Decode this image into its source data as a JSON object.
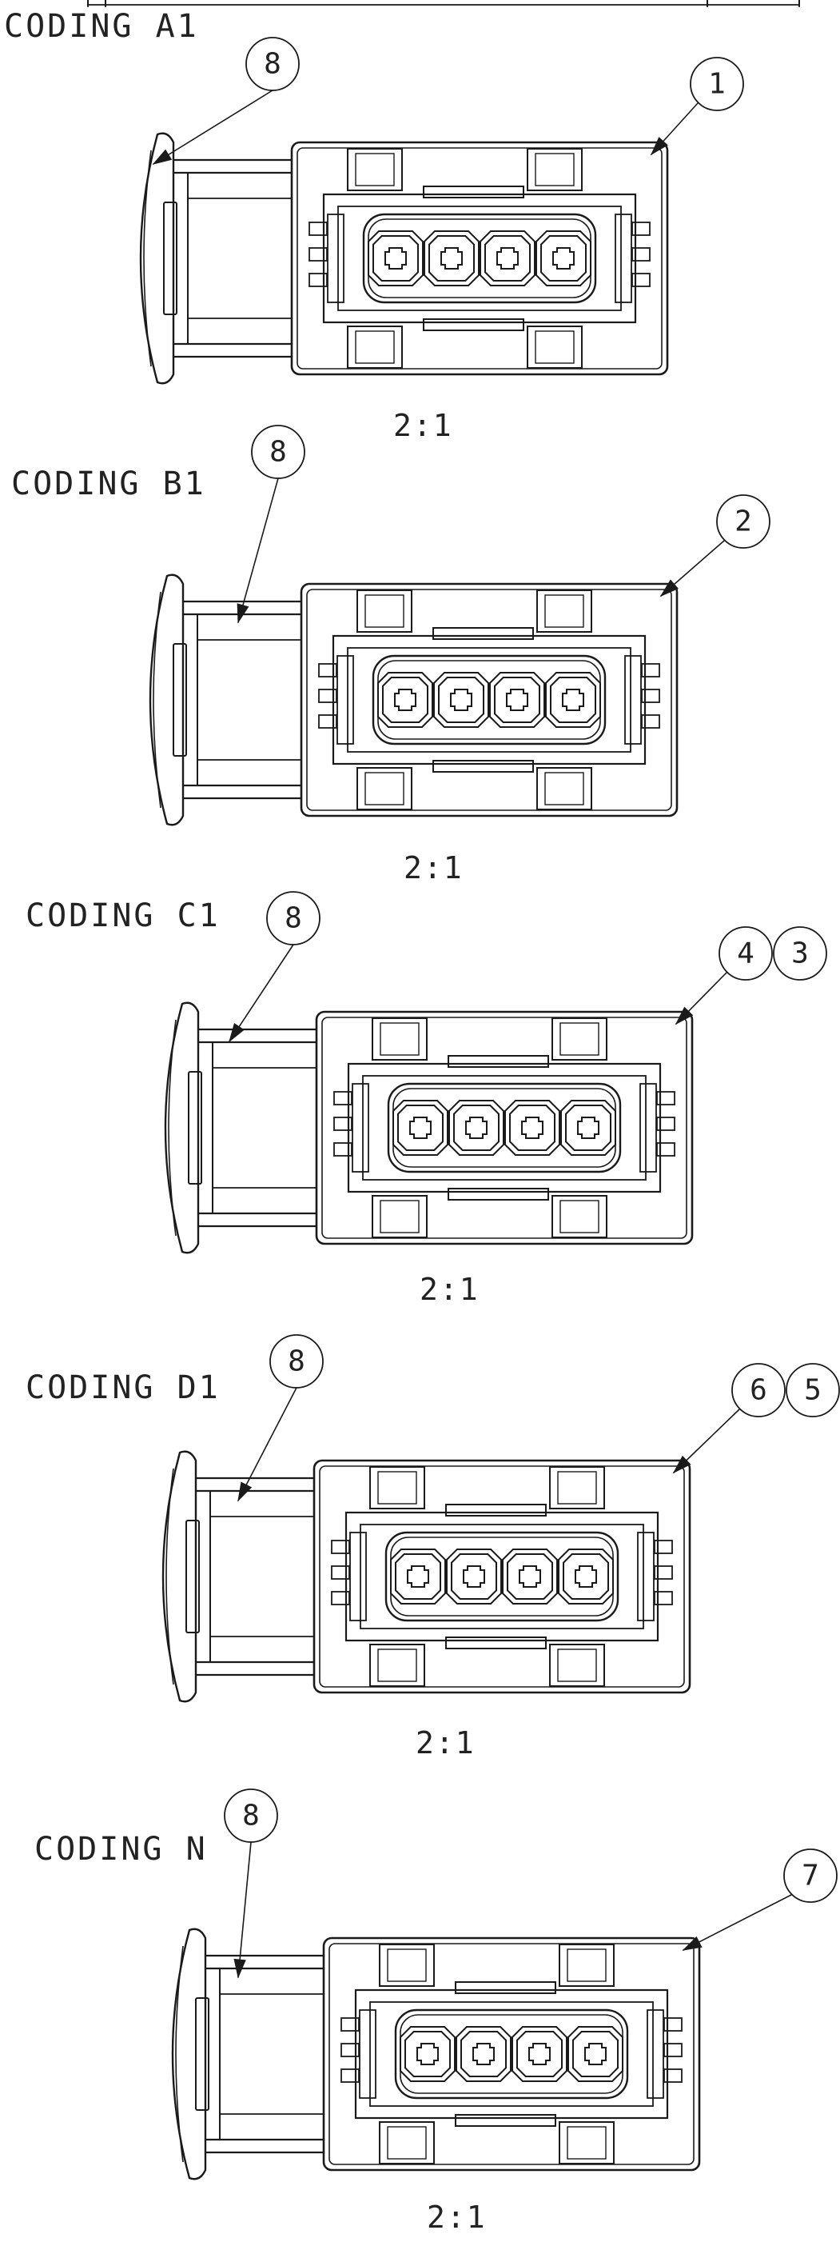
{
  "sheet": {
    "header_fragment": "CODING A1",
    "views": [
      {
        "coding": "CODING A1",
        "scale": "2:1",
        "handle_balloon": "8",
        "housing_balloons": [
          "1"
        ]
      },
      {
        "coding": "CODING B1",
        "scale": "2:1",
        "handle_balloon": "8",
        "housing_balloons": [
          "2"
        ]
      },
      {
        "coding": "CODING C1",
        "scale": "2:1",
        "handle_balloon": "8",
        "housing_balloons": [
          "4",
          "3"
        ]
      },
      {
        "coding": "CODING D1",
        "scale": "2:1",
        "handle_balloon": "8",
        "housing_balloons": [
          "6",
          "5"
        ]
      },
      {
        "coding": "CODING N",
        "scale": "2:1",
        "handle_balloon": "8",
        "housing_balloons": [
          "7"
        ]
      }
    ]
  },
  "style": {
    "line_color": "#1a1a1a",
    "text_color": "#222222",
    "background": "#ffffff"
  }
}
